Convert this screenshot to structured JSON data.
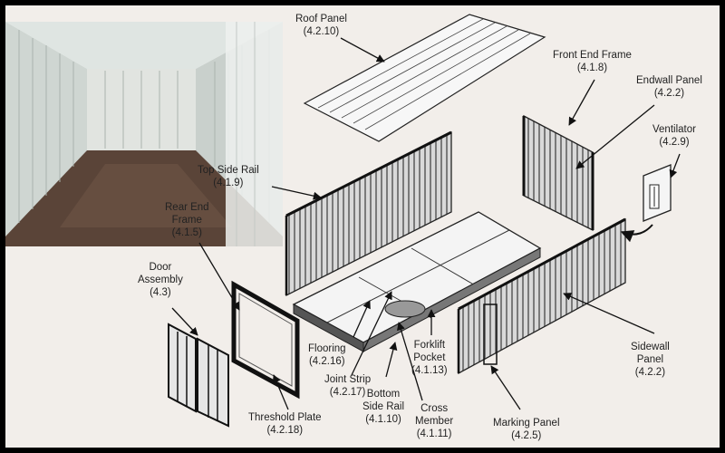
{
  "labels": {
    "roof_panel": {
      "name": "Roof Panel",
      "code": "(4.2.10)"
    },
    "front_end_frame": {
      "name": "Front End Frame",
      "code": "(4.1.8)"
    },
    "endwall_panel": {
      "name": "Endwall Panel",
      "code": "(4.2.2)"
    },
    "ventilator": {
      "name": "Ventilator",
      "code": "(4.2.9)"
    },
    "top_side_rail": {
      "name": "Top Side Rail",
      "code": "(4.1.9)"
    },
    "rear_end_frame": {
      "name1": "Rear End",
      "name2": "Frame",
      "code": "(4.1.5)"
    },
    "door_assembly": {
      "name1": "Door",
      "name2": "Assembly",
      "code": "(4.3)"
    },
    "flooring": {
      "name": "Flooring",
      "code": "(4.2.16)"
    },
    "forklift_pocket": {
      "name1": "Forklift",
      "name2": "Pocket",
      "code": "(4.1.13)"
    },
    "sidewall_panel": {
      "name1": "Sidewall",
      "name2": "Panel",
      "code": "(4.2.2)"
    },
    "joint_strip": {
      "name": "Joint Strip",
      "code": "(4.2.17)"
    },
    "bottom_side_rail": {
      "name1": "Bottom",
      "name2": "Side Rail",
      "code": "(4.1.10)"
    },
    "cross_member": {
      "name1": "Cross",
      "name2": "Member",
      "code": "(4.1.11)"
    },
    "threshold_plate": {
      "name": "Threshold Plate",
      "code": "(4.2.18)"
    },
    "marking_panel": {
      "name": "Marking Panel",
      "code": "(4.2.5)"
    }
  }
}
